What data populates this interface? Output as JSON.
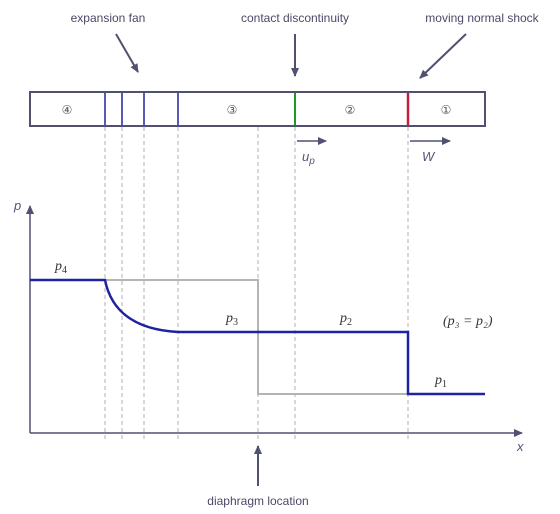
{
  "top_labels": {
    "expansion_fan": "expansion fan",
    "contact_discontinuity": "contact discontinuity",
    "moving_normal_shock": "moving normal shock"
  },
  "regions": [
    "④",
    "③",
    "②",
    "①"
  ],
  "velocity_labels": {
    "up": "u",
    "up_sub": "p",
    "w": "W"
  },
  "axes": {
    "y": "p",
    "x": "x"
  },
  "pressure_labels": {
    "p4": "p",
    "p4_sub": "4",
    "p3": "p",
    "p3_sub": "3",
    "p2": "p",
    "p2_sub": "2",
    "p1": "p",
    "p1_sub": "1",
    "equality": "(p₃ = p₂)"
  },
  "bottom_label": "diaphragm location",
  "colors": {
    "pressure_curve": "#1f23a0",
    "initial_curve": "#b4b4b4",
    "contact_line": "#1e9a1e",
    "shock_line": "#c81e3c",
    "fan_lines": "#1f23a0",
    "axis": "#505070"
  }
}
